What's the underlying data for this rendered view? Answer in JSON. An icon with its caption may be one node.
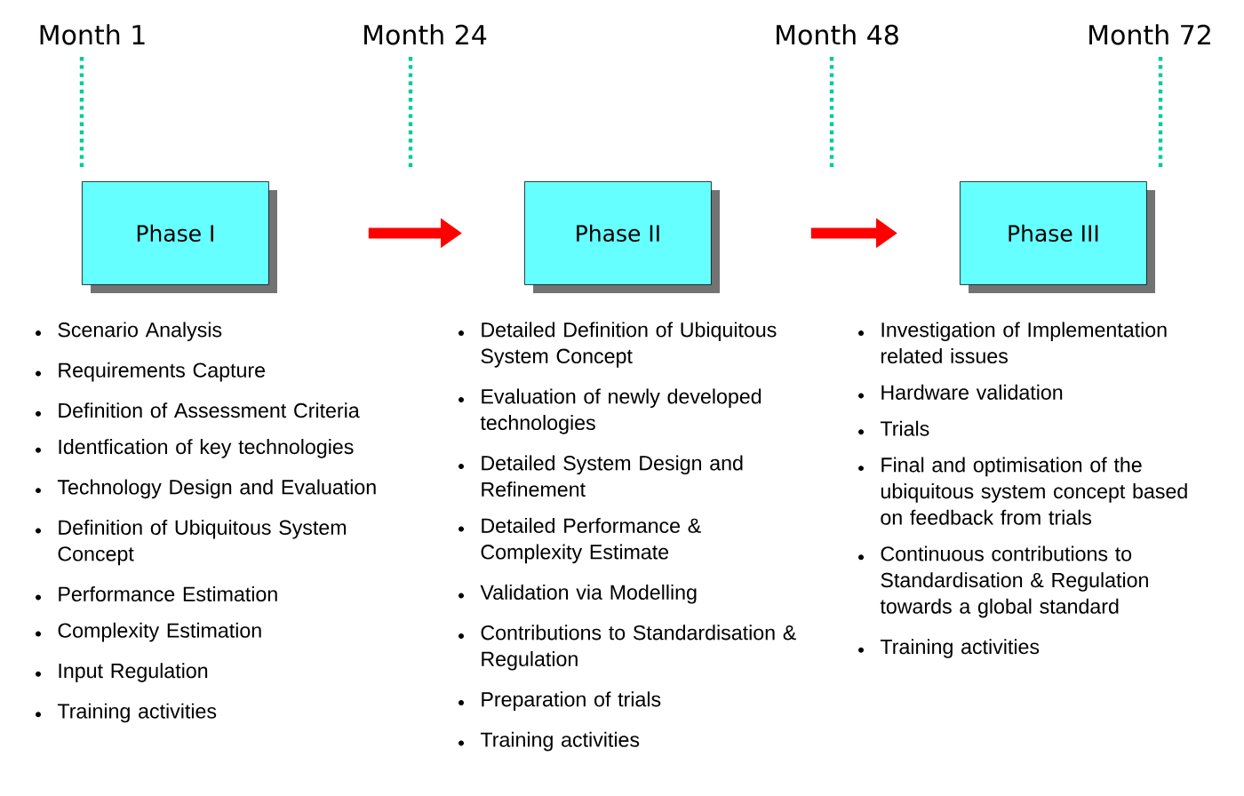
{
  "diagram": {
    "nodes": [
      {
        "text": [
          "Phase I"
        ],
        "beside": [
          "Scenario Analysis",
          "Requirements Capture",
          "Definition of Assessment Criteria",
          "Identfication of key technologies",
          "Technology Design and Evaluation",
          "Definition of Ubiquitous System Concept",
          "Performance Estimation",
          "Complexity Estimation",
          "Input Regulation",
          "Training activities"
        ]
      },
      {
        "text": [
          "Phase II"
        ],
        "beside": [
          "Detailed Definition of Ubiquitous System Concept",
          "Evaluation of newly developed technologies",
          "Detailed System Design and Refinement",
          "Detailed Performance & Complexity Estimate",
          "Validation via Modelling",
          "Contributions to Standardisation & Regulation",
          "Preparation of trials",
          "Training activities"
        ]
      },
      {
        "text": [
          "Phase III"
        ],
        "beside": [
          "Investigation of Implementation related issues",
          "Hardware validation",
          "Trials",
          "Final and optimisation of the ubiquitous system concept based on feedback from trials",
          "Continuous contributions to Standardisation & Regulation towards a global standard",
          "Training activities"
        ]
      }
    ],
    "edges": [
      {
        "from": 0,
        "to": 1,
        "arrow": "to"
      },
      {
        "from": 1,
        "to": 2,
        "arrow": "to"
      }
    ],
    "labels": [
      "Month 1",
      "Month 24",
      "Month 48",
      "Month 72"
    ]
  }
}
